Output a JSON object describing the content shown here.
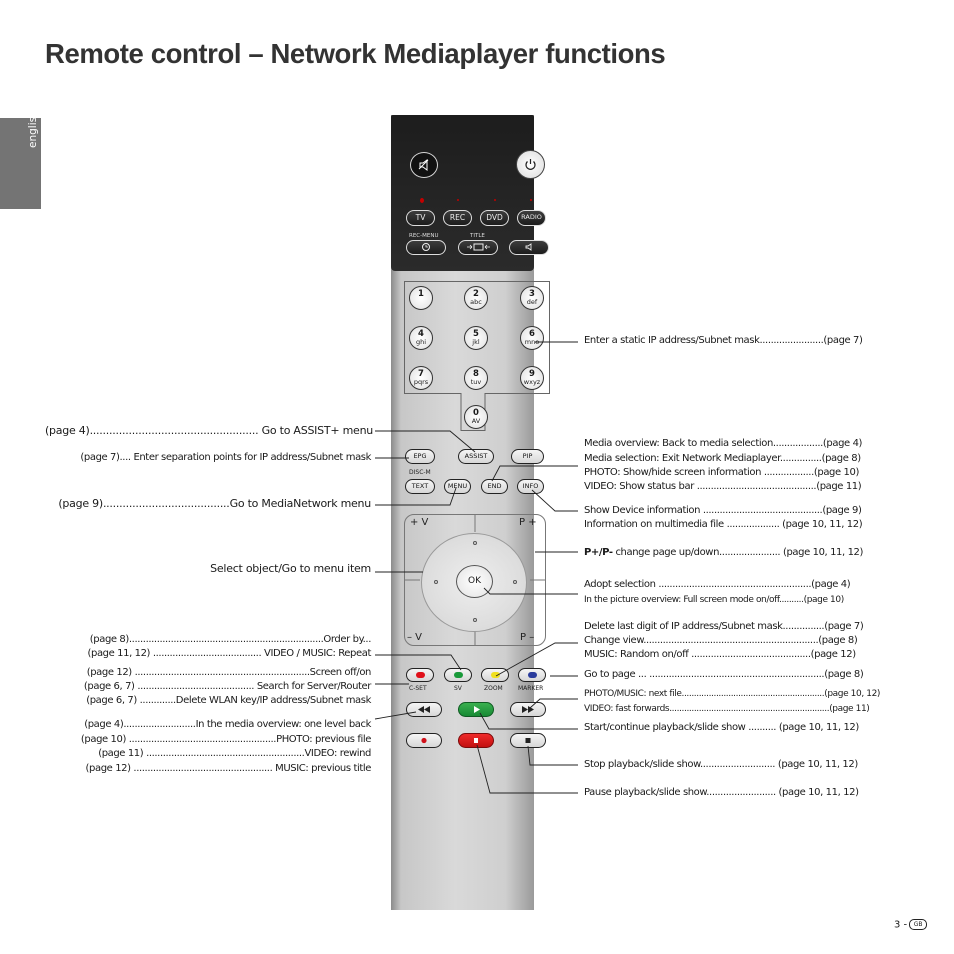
{
  "page": {
    "title": "Remote control – Network Mediaplayer functions",
    "language_tab": "english",
    "page_number": "3 -",
    "page_badge": "GB"
  },
  "remote": {
    "top_buttons": {
      "tv": "TV",
      "rec": "REC",
      "dvd": "DVD",
      "radio": "RADIO"
    },
    "small_labels": {
      "rec_menu": "REC-MENU",
      "title": "TITLE",
      "disc_m": "DISC-M"
    },
    "numpad": [
      {
        "num": "1",
        "letters": ""
      },
      {
        "num": "2",
        "letters": "abc"
      },
      {
        "num": "3",
        "letters": "def"
      },
      {
        "num": "4",
        "letters": "ghi"
      },
      {
        "num": "5",
        "letters": "jkl"
      },
      {
        "num": "6",
        "letters": "mno"
      },
      {
        "num": "7",
        "letters": "pqrs"
      },
      {
        "num": "8",
        "letters": "tuv"
      },
      {
        "num": "9",
        "letters": "wxyz"
      },
      {
        "num": "0",
        "letters": "AV"
      }
    ],
    "function_buttons": {
      "epg": "EPG",
      "assist": "ASSIST",
      "pip": "PIP",
      "text": "TEXT",
      "menu": "MENU",
      "end": "END",
      "info": "INFO"
    },
    "dpad": {
      "ok": "OK",
      "vol_up": "+ V",
      "vol_down": "– V",
      "prog_up": "P +",
      "prog_down": "P –"
    },
    "color_labels": {
      "red": "C-SET",
      "green": "SV",
      "yellow": "ZOOM",
      "blue": "MARKER"
    },
    "colors": {
      "red": "#e0101a",
      "green": "#1a9a3a",
      "yellow": "#f0e020",
      "blue": "#2a3c9c"
    }
  },
  "annotations_left": [
    {
      "page": "(page 4)",
      "dots": "....................................................",
      "text": "Go to ASSIST+ menu"
    },
    {
      "page": "(page 7)",
      "dots": "....",
      "text": "Enter separation points for IP address/Subnet mask"
    },
    {
      "page": "(page 9)",
      "dots": ".......................................",
      "text": "Go to MediaNetwork menu"
    },
    {
      "page": "",
      "dots": "",
      "text": "Select object/Go to menu item"
    },
    {
      "page": "(page 8)",
      "dots": "......................................................................",
      "text": "Order by..."
    },
    {
      "page": "(page 11, 12)",
      "dots": ".......................................",
      "text": "VIDEO / MUSIC: Repeat"
    },
    {
      "page": "(page 12)",
      "dots": "...............................................................",
      "text": "Screen off/on"
    },
    {
      "page": "(page 6, 7)",
      "dots": "..........................................",
      "text": "Search for Server/Router"
    },
    {
      "page": "(page 6, 7)",
      "dots": ".............",
      "text": "Delete WLAN key/IP address/Subnet mask"
    },
    {
      "page": "(page 4)",
      "dots": "..........................",
      "text": "In the media overview: one level back"
    },
    {
      "page": "(page 10)",
      "dots": ".....................................................",
      "text": "PHOTO: previous file"
    },
    {
      "page": "(page 11)",
      "dots": ".........................................................",
      "text": "VIDEO: rewind"
    },
    {
      "page": "(page 12)",
      "dots": "..................................................",
      "text": "MUSIC: previous title"
    }
  ],
  "annotations_right": [
    {
      "text": "Enter a static IP address/Subnet mask",
      "dots": ".......................",
      "page": "(page 7)"
    },
    {
      "text": "Media overview: Back to media selection",
      "dots": "..................",
      "page": "(page 4)"
    },
    {
      "text": "Media selection: Exit Network Mediaplayer",
      "dots": "...............",
      "page": "(page 8)"
    },
    {
      "text": "PHOTO: Show/hide screen information",
      "dots": "..................",
      "page": "(page 10)"
    },
    {
      "text": "VIDEO: Show status bar",
      "dots": "...........................................",
      "page": "(page 11)"
    },
    {
      "text": "Show Device information",
      "dots": "...........................................",
      "page": "(page 9)"
    },
    {
      "text": "Information on multimedia file",
      "dots": "...................",
      "page": "(page 10, 11, 12)"
    },
    {
      "bold": "P+/P-",
      "text": " change page up/down",
      "dots": "......................",
      "page": "(page 10, 11, 12)"
    },
    {
      "text": "Adopt selection",
      "dots": ".......................................................",
      "page": "(page 4)"
    },
    {
      "text": "In the picture overview: Full screen mode on/off",
      "dots": "..........",
      "page": "(page 10)"
    },
    {
      "text": "Delete last digit of IP address/Subnet mask",
      "dots": "...............",
      "page": "(page 7)"
    },
    {
      "text": "Change view",
      "dots": "...............................................................",
      "page": "(page 8)"
    },
    {
      "text": "MUSIC: Random on/off",
      "dots": "...........................................",
      "page": "(page 12)"
    },
    {
      "text": "Go to page ...",
      "dots": "...............................................................",
      "page": "(page 8)"
    },
    {
      "text": "PHOTO/MUSIC: next file",
      "dots": "..........................................................",
      "page": "(page 10, 12)"
    },
    {
      "text": "VIDEO: fast forwards",
      "dots": ".................................................................",
      "page": "(page 11)"
    },
    {
      "text": "Start/continue playback/slide show",
      "dots": "..........",
      "page": "(page 10, 11, 12)"
    },
    {
      "text": "Stop playback/slide show",
      "dots": "...........................",
      "page": "(page 10, 11, 12)"
    },
    {
      "text": "Pause playback/slide show",
      "dots": ".........................",
      "page": "(page 10, 11, 12)"
    }
  ]
}
